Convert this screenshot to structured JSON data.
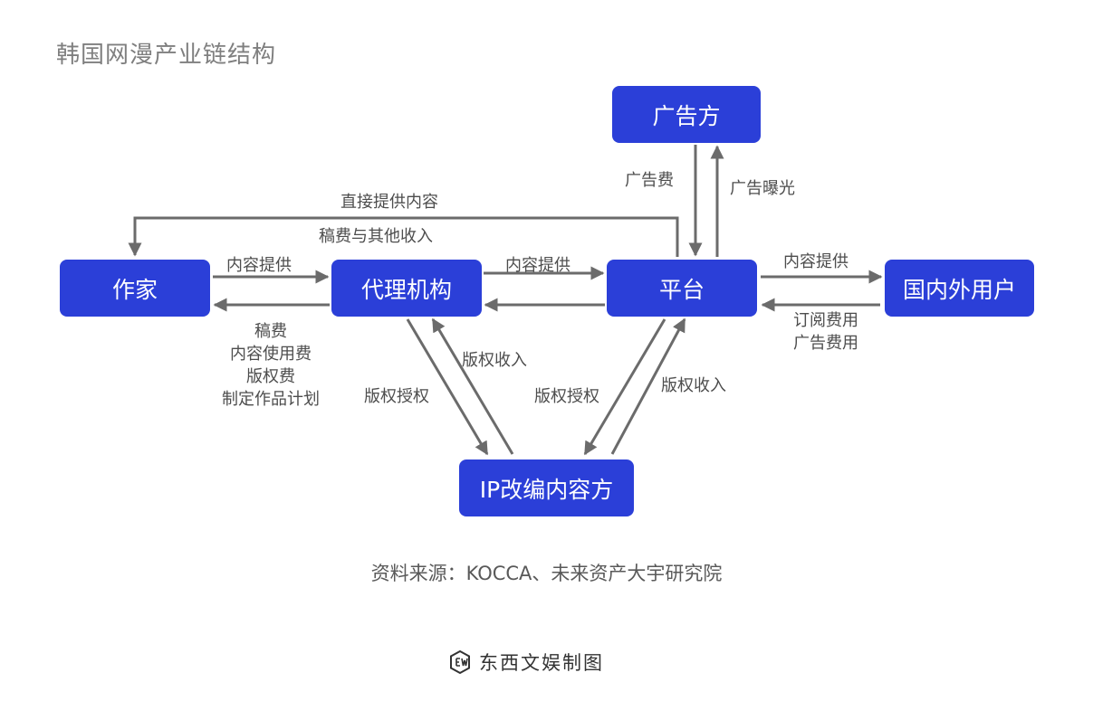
{
  "title": "韩国网漫产业链结构",
  "nodes": {
    "advertiser": "广告方",
    "author": "作家",
    "agency": "代理机构",
    "platform": "平台",
    "users": "国内外用户",
    "ip": "IP改编内容方"
  },
  "edges": {
    "direct_content": "直接提供内容",
    "manuscript_fee_other": "稿费与其他收入",
    "author_to_agency": "内容提供",
    "agency_to_author_lines": [
      "稿费",
      "内容使用费",
      "版权费",
      "制定作品计划"
    ],
    "agency_to_platform": "内容提供",
    "platform_to_users": "内容提供",
    "users_to_platform_lines": [
      "订阅费用",
      "广告费用"
    ],
    "ad_fee": "广告费",
    "ad_exposure": "广告曝光",
    "agency_license": "版权授权",
    "agency_income": "版权收入",
    "platform_license": "版权授权",
    "platform_income": "版权收入"
  },
  "source": "资料来源：KOCCA、未来资产大宇研究院",
  "brand": "东西文娱制图",
  "colors": {
    "node": "#2b3fd8",
    "arrow": "#6b6b6b",
    "label": "#4d4d4d",
    "title": "#7f7f7f"
  }
}
